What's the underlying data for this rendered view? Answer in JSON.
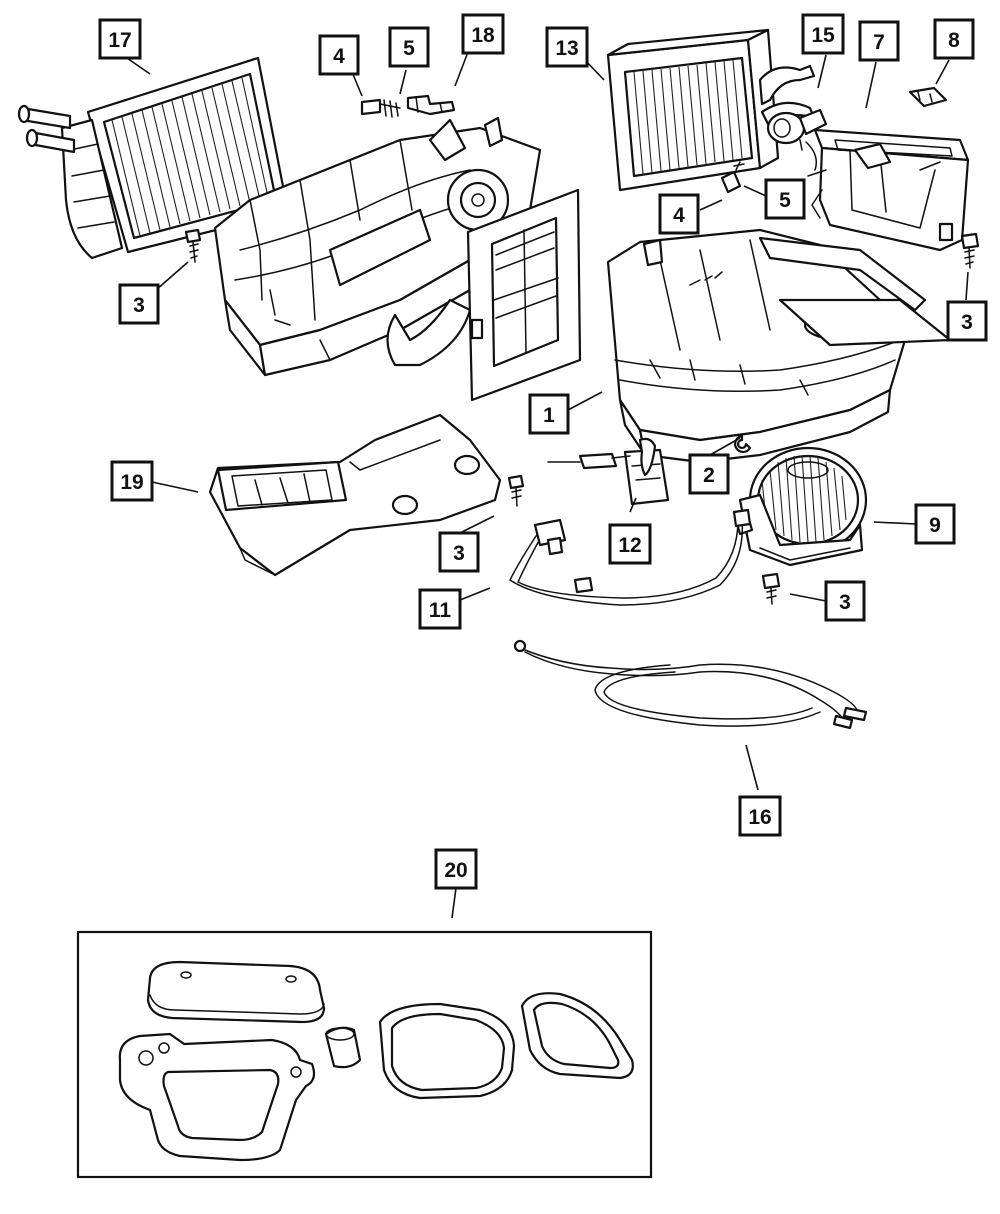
{
  "callouts": [
    {
      "id": "c17",
      "label": "17"
    },
    {
      "id": "c4a",
      "label": "4"
    },
    {
      "id": "c5a",
      "label": "5"
    },
    {
      "id": "c18",
      "label": "18"
    },
    {
      "id": "c13",
      "label": "13"
    },
    {
      "id": "c15",
      "label": "15"
    },
    {
      "id": "c7",
      "label": "7"
    },
    {
      "id": "c8",
      "label": "8"
    },
    {
      "id": "c4b",
      "label": "4"
    },
    {
      "id": "c5b",
      "label": "5"
    },
    {
      "id": "c3a",
      "label": "3"
    },
    {
      "id": "c3b",
      "label": "3"
    },
    {
      "id": "c1",
      "label": "1"
    },
    {
      "id": "c2",
      "label": "2"
    },
    {
      "id": "c19",
      "label": "19"
    },
    {
      "id": "c12",
      "label": "12"
    },
    {
      "id": "c9",
      "label": "9"
    },
    {
      "id": "c3c",
      "label": "3"
    },
    {
      "id": "c11",
      "label": "11"
    },
    {
      "id": "c3d",
      "label": "3"
    },
    {
      "id": "c16",
      "label": "16"
    },
    {
      "id": "c20",
      "label": "20"
    }
  ]
}
